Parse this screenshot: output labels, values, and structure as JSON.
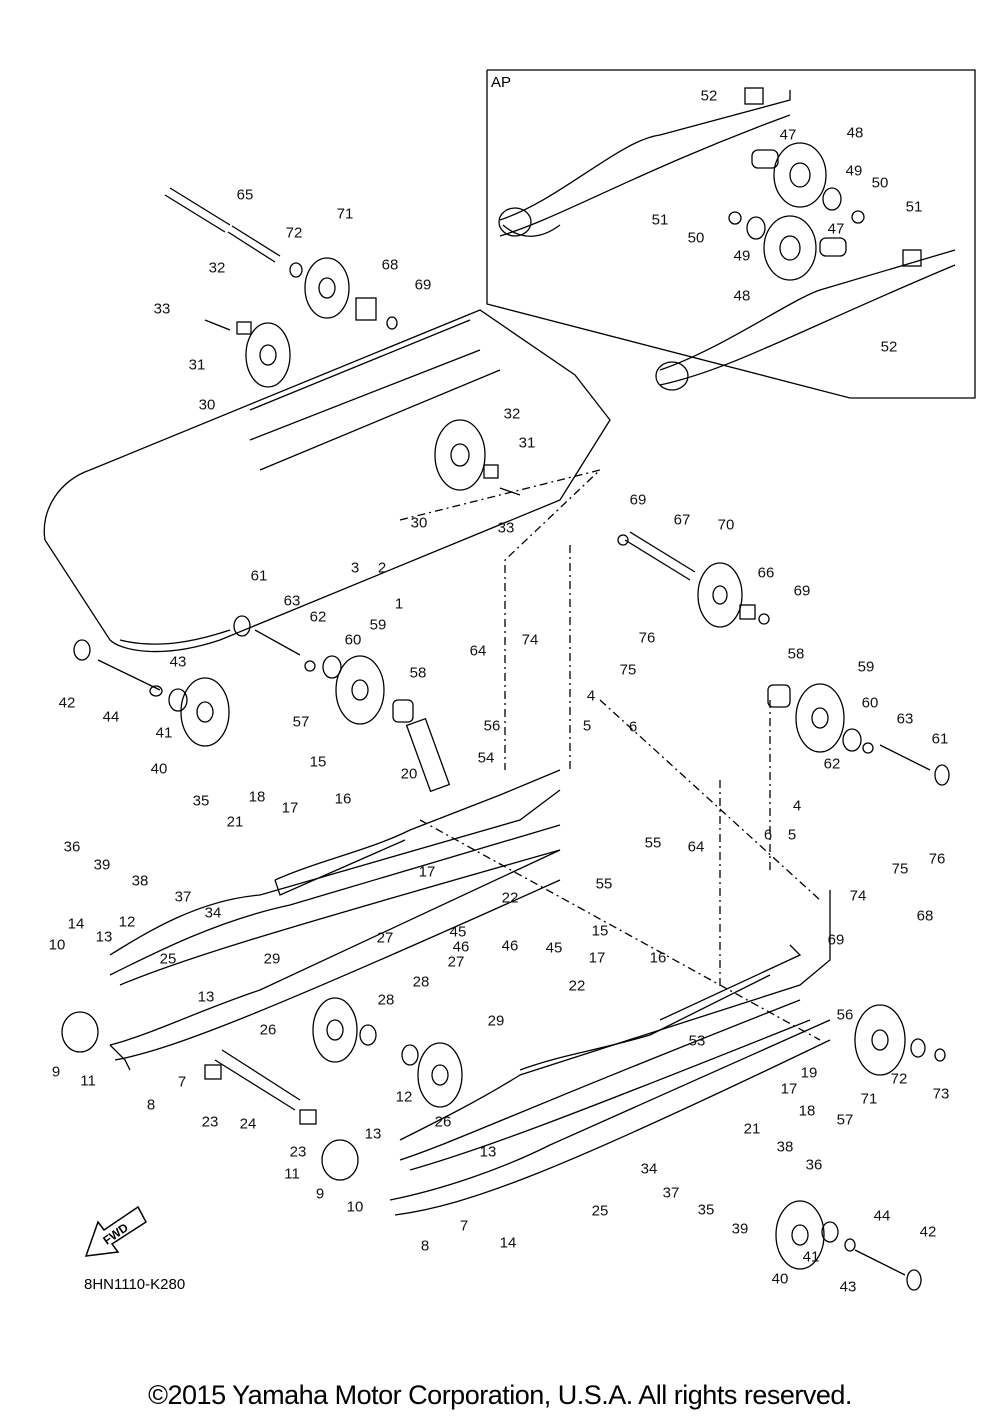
{
  "inset": {
    "label": "AP"
  },
  "diagram_code": "8HN1110-K280",
  "fwd_label": "FWD",
  "copyright": "©2015 Yamaha Motor Corporation, U.S.A. All rights reserved.",
  "callouts": [
    {
      "id": "c52a",
      "text": "52"
    },
    {
      "id": "c47a",
      "text": "47"
    },
    {
      "id": "c48a",
      "text": "48"
    },
    {
      "id": "c49a",
      "text": "49"
    },
    {
      "id": "c50a",
      "text": "50"
    },
    {
      "id": "c51a",
      "text": "51"
    },
    {
      "id": "c51b",
      "text": "51"
    },
    {
      "id": "c50b",
      "text": "50"
    },
    {
      "id": "c49b",
      "text": "49"
    },
    {
      "id": "c47b",
      "text": "47"
    },
    {
      "id": "c48b",
      "text": "48"
    },
    {
      "id": "c52b",
      "text": "52"
    },
    {
      "id": "c65",
      "text": "65"
    },
    {
      "id": "c71a",
      "text": "71"
    },
    {
      "id": "c72a",
      "text": "72"
    },
    {
      "id": "c68a",
      "text": "68"
    },
    {
      "id": "c69a",
      "text": "69"
    },
    {
      "id": "c32a",
      "text": "32"
    },
    {
      "id": "c33a",
      "text": "33"
    },
    {
      "id": "c31a",
      "text": "31"
    },
    {
      "id": "c30a",
      "text": "30"
    },
    {
      "id": "c32b",
      "text": "32"
    },
    {
      "id": "c31b",
      "text": "31"
    },
    {
      "id": "c30b",
      "text": "30"
    },
    {
      "id": "c33b",
      "text": "33"
    },
    {
      "id": "c3",
      "text": "3"
    },
    {
      "id": "c2",
      "text": "2"
    },
    {
      "id": "c1",
      "text": "1"
    },
    {
      "id": "c69b",
      "text": "69"
    },
    {
      "id": "c67",
      "text": "67"
    },
    {
      "id": "c70",
      "text": "70"
    },
    {
      "id": "c66",
      "text": "66"
    },
    {
      "id": "c69c",
      "text": "69"
    },
    {
      "id": "c61a",
      "text": "61"
    },
    {
      "id": "c63a",
      "text": "63"
    },
    {
      "id": "c62a",
      "text": "62"
    },
    {
      "id": "c60a",
      "text": "60"
    },
    {
      "id": "c59a",
      "text": "59"
    },
    {
      "id": "c42a",
      "text": "42"
    },
    {
      "id": "c44a",
      "text": "44"
    },
    {
      "id": "c43a",
      "text": "43"
    },
    {
      "id": "c41a",
      "text": "41"
    },
    {
      "id": "c40a",
      "text": "40"
    },
    {
      "id": "c58a",
      "text": "58"
    },
    {
      "id": "c64a",
      "text": "64"
    },
    {
      "id": "c74a",
      "text": "74"
    },
    {
      "id": "c76a",
      "text": "76"
    },
    {
      "id": "c75a",
      "text": "75"
    },
    {
      "id": "c4a",
      "text": "4"
    },
    {
      "id": "c5a",
      "text": "5"
    },
    {
      "id": "c6a",
      "text": "6"
    },
    {
      "id": "c56a",
      "text": "56"
    },
    {
      "id": "c54",
      "text": "54"
    },
    {
      "id": "c57a",
      "text": "57"
    },
    {
      "id": "c15a",
      "text": "15"
    },
    {
      "id": "c20",
      "text": "20"
    },
    {
      "id": "c16a",
      "text": "16"
    },
    {
      "id": "c18a",
      "text": "18"
    },
    {
      "id": "c17a",
      "text": "17"
    },
    {
      "id": "c21a",
      "text": "21"
    },
    {
      "id": "c58b",
      "text": "58"
    },
    {
      "id": "c59b",
      "text": "59"
    },
    {
      "id": "c60b",
      "text": "60"
    },
    {
      "id": "c63b",
      "text": "63"
    },
    {
      "id": "c61b",
      "text": "61"
    },
    {
      "id": "c62b",
      "text": "62"
    },
    {
      "id": "c4b",
      "text": "4"
    },
    {
      "id": "c6b",
      "text": "6"
    },
    {
      "id": "c5b",
      "text": "5"
    },
    {
      "id": "c75b",
      "text": "75"
    },
    {
      "id": "c76b",
      "text": "76"
    },
    {
      "id": "c74b",
      "text": "74"
    },
    {
      "id": "c36a",
      "text": "36"
    },
    {
      "id": "c39a",
      "text": "39"
    },
    {
      "id": "c35a",
      "text": "35"
    },
    {
      "id": "c38a",
      "text": "38"
    },
    {
      "id": "c37a",
      "text": "37"
    },
    {
      "id": "c34a",
      "text": "34"
    },
    {
      "id": "c17b",
      "text": "17"
    },
    {
      "id": "c22a",
      "text": "22"
    },
    {
      "id": "c55a",
      "text": "55"
    },
    {
      "id": "c64b",
      "text": "64"
    },
    {
      "id": "c55b",
      "text": "55"
    },
    {
      "id": "c68b",
      "text": "68"
    },
    {
      "id": "c69d",
      "text": "69"
    },
    {
      "id": "c14a",
      "text": "14"
    },
    {
      "id": "c12a",
      "text": "12"
    },
    {
      "id": "c13a",
      "text": "13"
    },
    {
      "id": "c10a",
      "text": "10"
    },
    {
      "id": "c25a",
      "text": "25"
    },
    {
      "id": "c29a",
      "text": "29"
    },
    {
      "id": "c27a",
      "text": "27"
    },
    {
      "id": "c45a",
      "text": "45"
    },
    {
      "id": "c46a",
      "text": "46"
    },
    {
      "id": "c13b",
      "text": "13"
    },
    {
      "id": "c26a",
      "text": "26"
    },
    {
      "id": "c28a",
      "text": "28"
    },
    {
      "id": "c9a",
      "text": "9"
    },
    {
      "id": "c11a",
      "text": "11"
    },
    {
      "id": "c7a",
      "text": "7"
    },
    {
      "id": "c8a",
      "text": "8"
    },
    {
      "id": "c15b",
      "text": "15"
    },
    {
      "id": "c46b",
      "text": "46"
    },
    {
      "id": "c45b",
      "text": "45"
    },
    {
      "id": "c17c",
      "text": "17"
    },
    {
      "id": "c16b",
      "text": "16"
    },
    {
      "id": "c22b",
      "text": "22"
    },
    {
      "id": "c27b",
      "text": "27"
    },
    {
      "id": "c28b",
      "text": "28"
    },
    {
      "id": "c53",
      "text": "53"
    },
    {
      "id": "c56b",
      "text": "56"
    },
    {
      "id": "c23a",
      "text": "23"
    },
    {
      "id": "c24",
      "text": "24"
    },
    {
      "id": "c29b",
      "text": "29"
    },
    {
      "id": "c19",
      "text": "19"
    },
    {
      "id": "c72b",
      "text": "72"
    },
    {
      "id": "c73",
      "text": "73"
    },
    {
      "id": "c71b",
      "text": "71"
    },
    {
      "id": "c57b",
      "text": "57"
    },
    {
      "id": "c17d",
      "text": "17"
    },
    {
      "id": "c18b",
      "text": "18"
    },
    {
      "id": "c12b",
      "text": "12"
    },
    {
      "id": "c26b",
      "text": "26"
    },
    {
      "id": "c13c",
      "text": "13"
    },
    {
      "id": "c13d",
      "text": "13"
    },
    {
      "id": "c21b",
      "text": "21"
    },
    {
      "id": "c23b",
      "text": "23"
    },
    {
      "id": "c11b",
      "text": "11"
    },
    {
      "id": "c9b",
      "text": "9"
    },
    {
      "id": "c10b",
      "text": "10"
    },
    {
      "id": "c34b",
      "text": "34"
    },
    {
      "id": "c37b",
      "text": "37"
    },
    {
      "id": "c35b",
      "text": "35"
    },
    {
      "id": "c38b",
      "text": "38"
    },
    {
      "id": "c36b",
      "text": "36"
    },
    {
      "id": "c39b",
      "text": "39"
    },
    {
      "id": "c25b",
      "text": "25"
    },
    {
      "id": "c7b",
      "text": "7"
    },
    {
      "id": "c14b",
      "text": "14"
    },
    {
      "id": "c8b",
      "text": "8"
    },
    {
      "id": "c40b",
      "text": "40"
    },
    {
      "id": "c41b",
      "text": "41"
    },
    {
      "id": "c43b",
      "text": "43"
    },
    {
      "id": "c44b",
      "text": "44"
    },
    {
      "id": "c42b",
      "text": "42"
    }
  ]
}
